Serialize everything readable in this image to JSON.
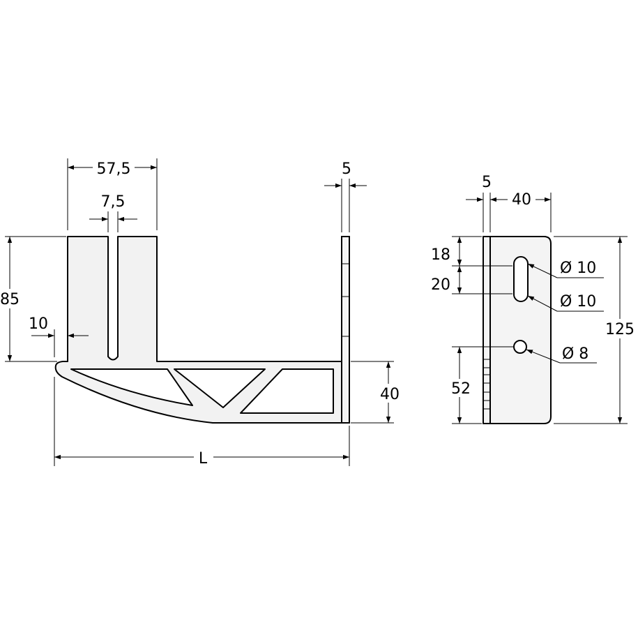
{
  "side_view": {
    "dims": {
      "top_width": "57,5",
      "slot_width": "7,5",
      "height": "85",
      "lip": "10",
      "arm_height": "40",
      "length": "L",
      "plate_thickness": "5"
    }
  },
  "front_view": {
    "dims": {
      "thickness": "5",
      "width": "40",
      "top_offset": "18",
      "slot_length": "20",
      "slot_diameter_top": "Ø 10",
      "slot_diameter_bottom": "Ø 10",
      "hole_height": "52",
      "hole_diameter": "Ø 8",
      "total_height": "125"
    }
  }
}
